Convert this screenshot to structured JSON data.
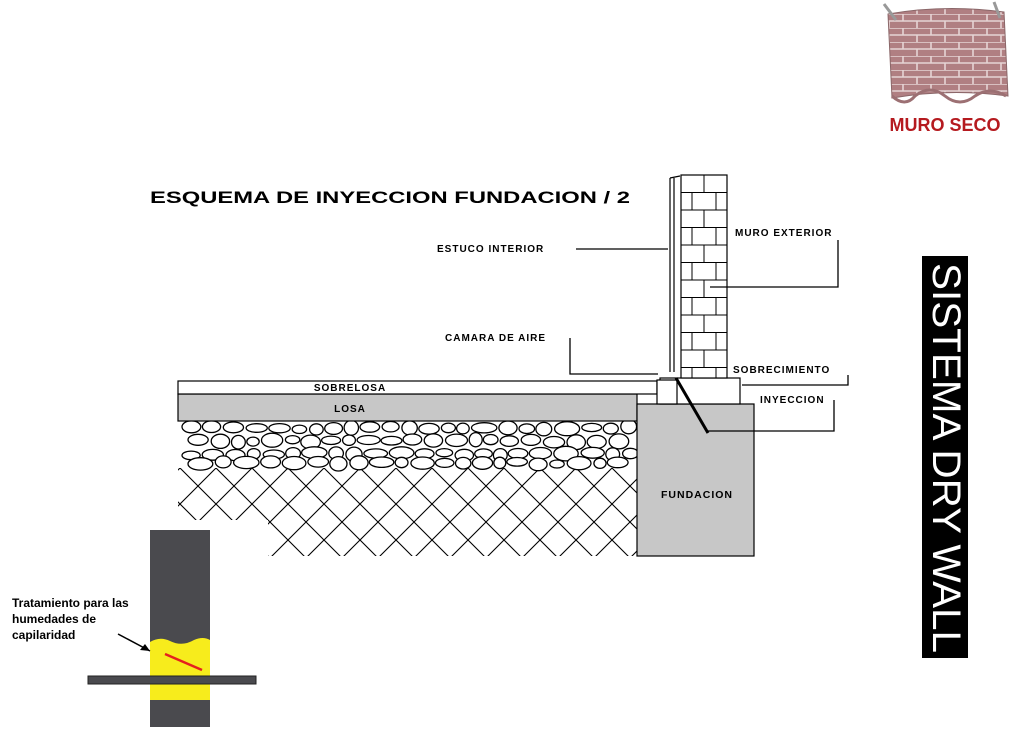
{
  "diagram": {
    "title": "ESQUEMA  DE  INYECCION  FUNDACION  / 2",
    "labels": {
      "estuco_interior": "ESTUCO INTERIOR",
      "muro_exterior": "MURO EXTERIOR",
      "camara_de_aire": "CAMARA DE AIRE",
      "sobrecimiento": "SOBRECIMIENTO",
      "inyeccion": "INYECCION",
      "sobrelosa": "SOBRELOSA",
      "losa": "LOSA",
      "fundacion": "FUNDACION"
    }
  },
  "inset": {
    "caption_line1": "Tratamiento para las",
    "caption_line2": "humedades de",
    "caption_line3": "capilaridad",
    "colors": {
      "post": "#4a4a4e",
      "treatment": "#f7ec1c",
      "injection": "#e5201e"
    }
  },
  "logo": {
    "text": "MURO SECO",
    "brick_color": "#b07f82",
    "text_color": "#b51a1f"
  },
  "side_banner": {
    "text": "SISTEMA DRY WALL",
    "background": "#000000",
    "color": "#ffffff"
  },
  "colors": {
    "slab": "#c7c7c7",
    "foundation": "#c7c7c7",
    "line": "#000000"
  }
}
